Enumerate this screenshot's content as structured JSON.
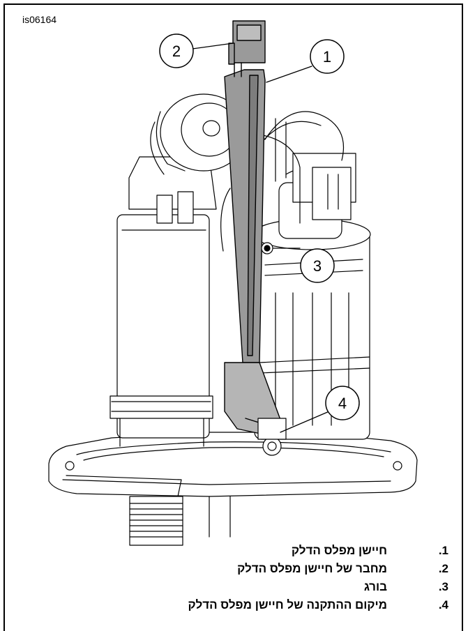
{
  "figure": {
    "id": "is06164",
    "callouts": [
      "1",
      "2",
      "3",
      "4"
    ]
  },
  "legend": [
    {
      "num": ".1",
      "text": "חיישן מפלס הדלק"
    },
    {
      "num": ".2",
      "text": "מחבר של חיישן מפלס הדלק"
    },
    {
      "num": ".3",
      "text": "בורג"
    },
    {
      "num": ".4",
      "text": "מיקום ההתקנה של חיישן מפלס הדלק"
    }
  ],
  "colors": {
    "line": "#000000",
    "sensor_fill": "#9a9a9a",
    "highlight_fill": "#b5b5b5"
  }
}
